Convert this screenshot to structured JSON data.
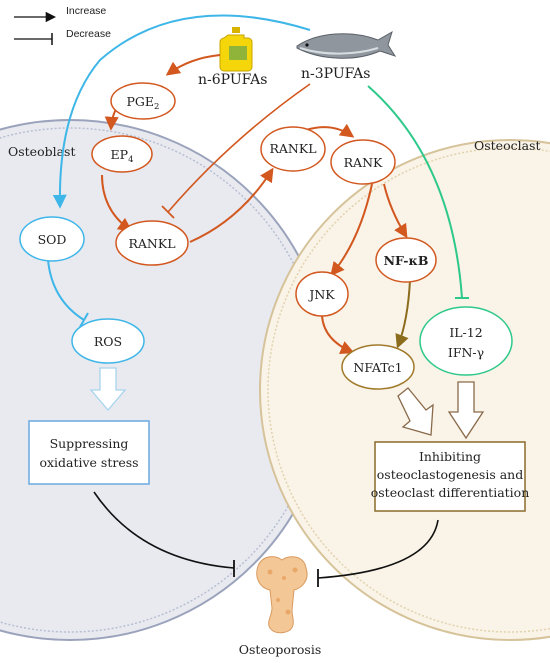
{
  "legend": {
    "increase": "Increase",
    "decrease": "Decrease"
  },
  "cells": {
    "osteoblast": "Osteoblast",
    "osteoclast": "Osteoclast"
  },
  "sources": {
    "n6": "n-6PUFAs",
    "n3": "n-3PUFAs"
  },
  "nodes": {
    "pge2": "PGE",
    "pge2_sub": "2",
    "ep4": "EP",
    "ep4_sub": "4",
    "rankl_osteoblast": "RANKL",
    "rankl_free": "RANKL",
    "rank": "RANK",
    "sod": "SOD",
    "ros": "ROS",
    "jnk": "JNK",
    "nfkb": "NF-κB",
    "nfatc1": "NFATc1",
    "il12": "IL-12",
    "ifng": "IFN-γ"
  },
  "outcomes": {
    "oxidative_line1": "Suppressing",
    "oxidative_line2": "oxidative stress",
    "osteoclast_line1": "Inhibiting",
    "osteoclast_line2": "osteoclastogenesis and",
    "osteoclast_line3": "osteoclast differentiation",
    "disease": "Osteoporosis"
  },
  "colors": {
    "increase_arrow": "#d2581f",
    "decrease_blue": "#3fb6e8",
    "decrease_green": "#2ec98a",
    "nfkb_arrow": "#8b6b1c",
    "osteoblast_fill": "#e8eaf0",
    "osteoclast_fill": "#f9f3e8"
  }
}
